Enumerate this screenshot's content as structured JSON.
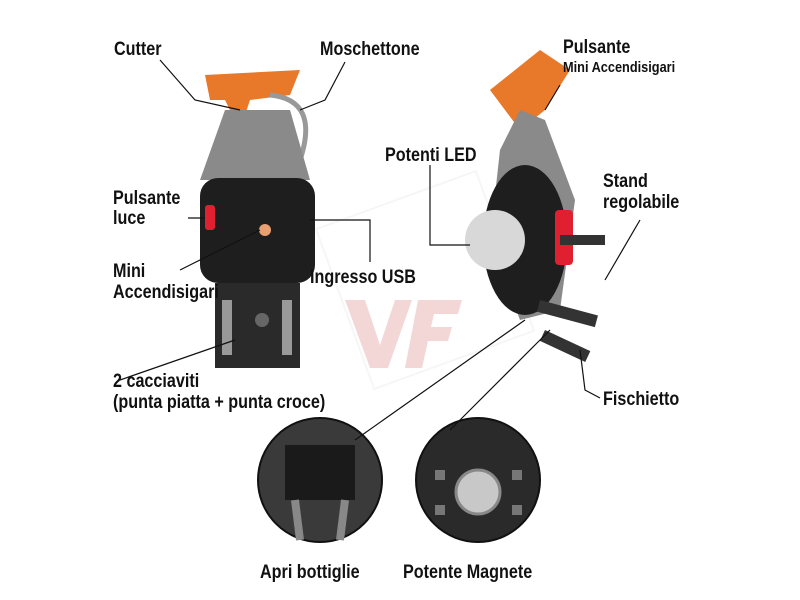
{
  "labels": {
    "cutter": "Cutter",
    "moschettone": "Moschettone",
    "pulsante_top": "Pulsante",
    "mini_accendisigari_top": "Mini Accendisigari",
    "potenti_led": "Potenti LED",
    "stand_1": "Stand",
    "stand_2": "regolabile",
    "pulsante_luce_1": "Pulsante",
    "pulsante_luce_2": "luce",
    "mini_1": "Mini",
    "mini_2": "Accendisigari",
    "ingresso_usb": "Ingresso USB",
    "cacciaviti_1": "2 cacciaviti",
    "cacciaviti_2": "(punta piatta + punta croce)",
    "fischietto": "Fischietto",
    "apri_bottiglie": "Apri bottiglie",
    "potente_magnete": "Potente Magnete"
  },
  "watermark": "VF",
  "colors": {
    "orange": "#e8782a",
    "dark": "#1e1e1e",
    "metal": "#8a8a8a",
    "red": "#e02030",
    "watermark": "#f0c8c8"
  }
}
